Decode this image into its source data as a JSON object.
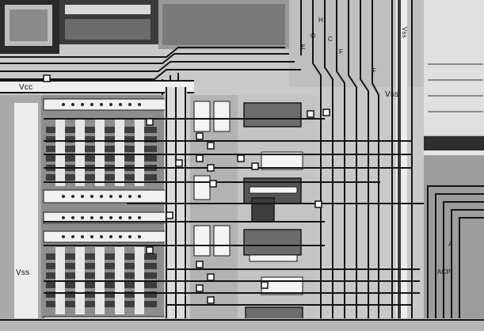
{
  "labels": {
    "vcc": "Vcc",
    "vss_top": "Vss",
    "vss_left": "Vss",
    "vss_right_top": "Vss",
    "h": "H",
    "o": "O",
    "c": "C",
    "e": "E",
    "f1": "F",
    "f2": "F",
    "acp": "ACP",
    "a": "A"
  },
  "colors": {
    "substrate": "#cfcfcf",
    "metal": "#f2f2f2",
    "diffusion": "#5a5a5a",
    "dark": "#141414",
    "poly": "#8c8c8c"
  }
}
